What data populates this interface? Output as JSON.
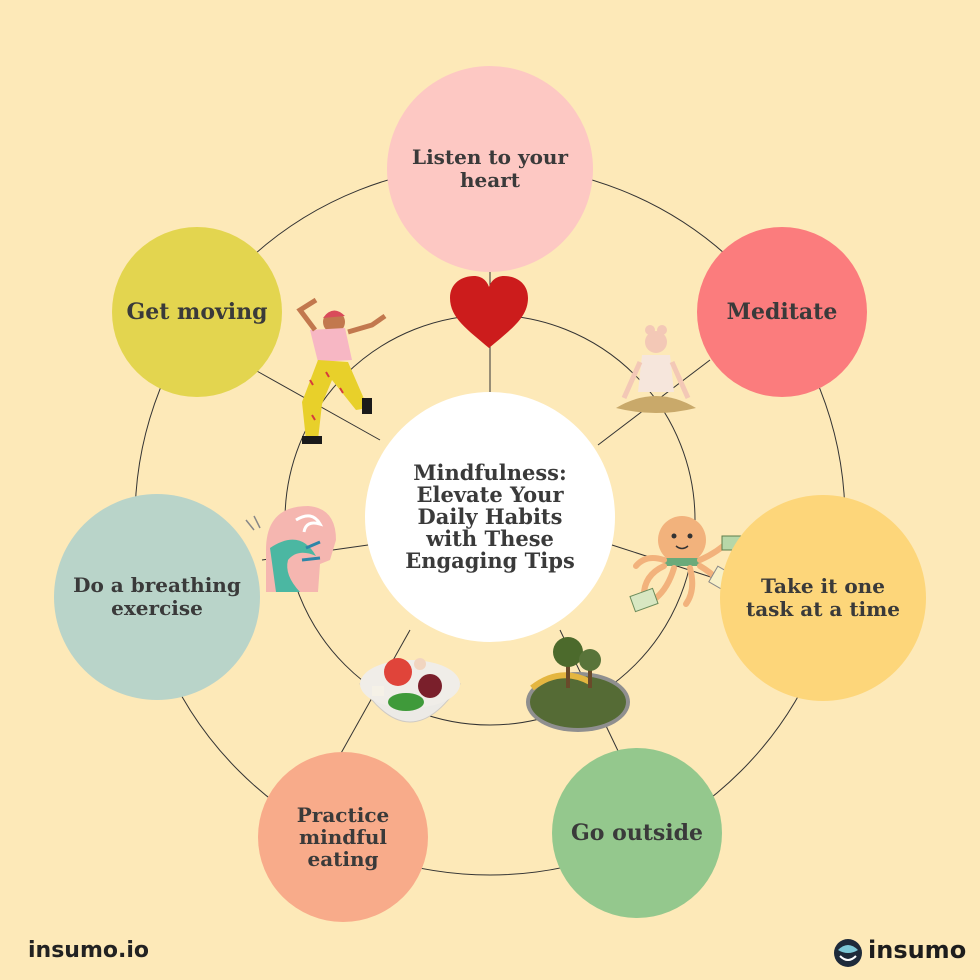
{
  "center_title": "Mindfulness: Elevate Your Daily Habits with These Engaging Tips",
  "tips": {
    "heart": "Listen to your heart",
    "meditate": "Meditate",
    "task": "Take it one task at a time",
    "outside": "Go outside",
    "eating": "Practice mindful eating",
    "breathing": "Do a breathing exercise",
    "moving": "Get moving"
  },
  "footer": {
    "left_brand": "insumo.io",
    "right_brand": "insumo"
  },
  "colors": {
    "background": "#fde9b8",
    "heart": "#fdc8c3",
    "meditate": "#fb7c7d",
    "task": "#fdd67a",
    "outside": "#94c88d",
    "eating": "#f8ab8a",
    "breathing": "#b9d4c9",
    "moving": "#e3d54f",
    "center": "#ffffff"
  },
  "icons": [
    "heart-icon",
    "meditating-person-icon",
    "octopus-multitask-icon",
    "trees-hill-icon",
    "salad-bowl-icon",
    "breathing-head-icon",
    "dancing-person-icon",
    "insumo-logo-icon"
  ]
}
